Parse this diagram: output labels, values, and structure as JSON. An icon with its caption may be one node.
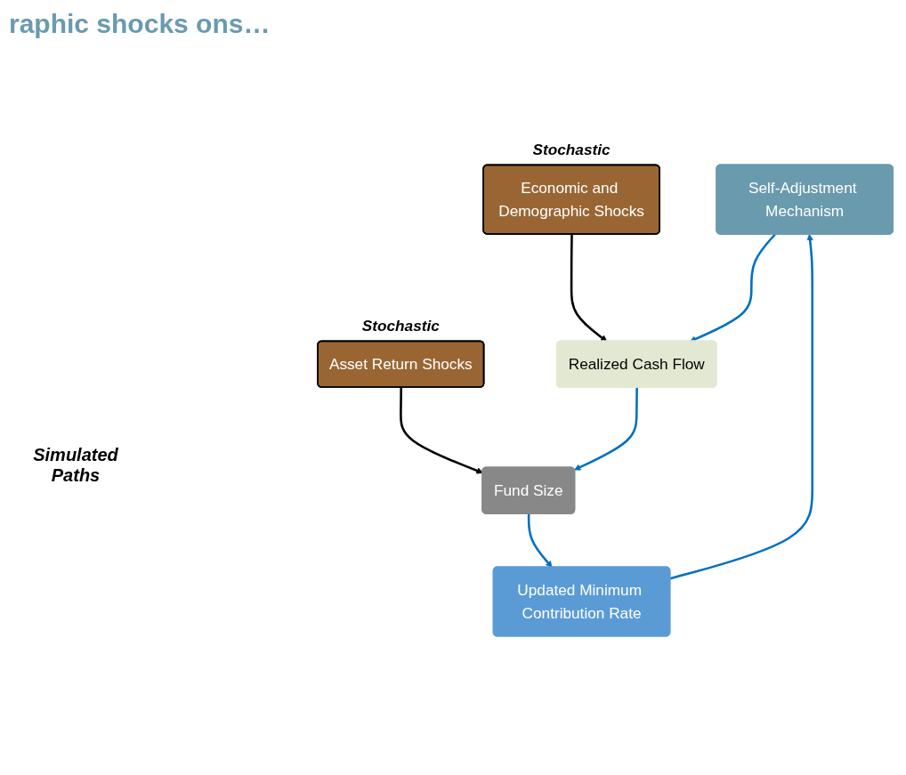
{
  "diagram": {
    "title": "raphic shocks ons…",
    "nodes": [
      {
        "text": [
          "Self-Adjustment Mechanism"
        ]
      },
      {
        "text": [
          "Updated Minimum Contribution Rate"
        ]
      },
      {
        "text": [
          "Asset Return Shocks"
        ],
        "beside": [
          "Stochastic"
        ]
      },
      {
        "text": [
          "Realized Cash Flow"
        ]
      },
      {
        "text": [
          "Fund Size"
        ]
      },
      {
        "text": [
          "Economic and Demographic Shocks"
        ],
        "beside": [
          "Stochastic"
        ]
      }
    ],
    "edges": [
      {
        "from": 1,
        "to": 0,
        "arrow": "to"
      },
      {
        "from": 0,
        "to": 3,
        "arrow": "to"
      },
      {
        "from": 3,
        "to": 4,
        "arrow": "to"
      },
      {
        "from": 4,
        "to": 1,
        "arrow": "to"
      },
      {
        "from": 2,
        "to": 4,
        "arrow": "to",
        "color": "#000000"
      },
      {
        "from": 5,
        "to": 3,
        "arrow": "to",
        "color": "#000000"
      }
    ],
    "labels": [
      "Simulated Paths"
    ]
  }
}
